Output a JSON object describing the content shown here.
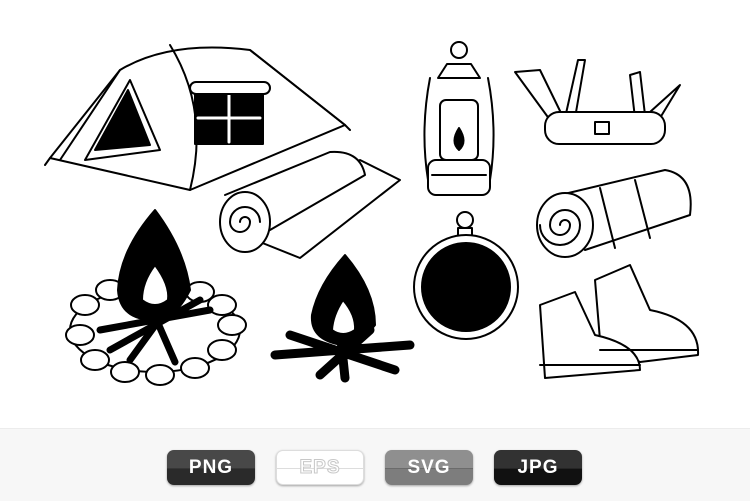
{
  "illustrations": [
    "tent-icon",
    "lantern-icon",
    "pocket-knife-icon",
    "sleeping-mat-icon",
    "sleeping-bag-icon",
    "campfire-with-stones-icon",
    "campfire-icon",
    "compass-icon",
    "hiking-boots-icon"
  ],
  "formats": [
    {
      "label": "PNG",
      "color": "#2a2a2a"
    },
    {
      "label": "EPS",
      "color": "#ffffff"
    },
    {
      "label": "SVG",
      "color": "#7d7d7d"
    },
    {
      "label": "JPG",
      "color": "#111111"
    }
  ]
}
